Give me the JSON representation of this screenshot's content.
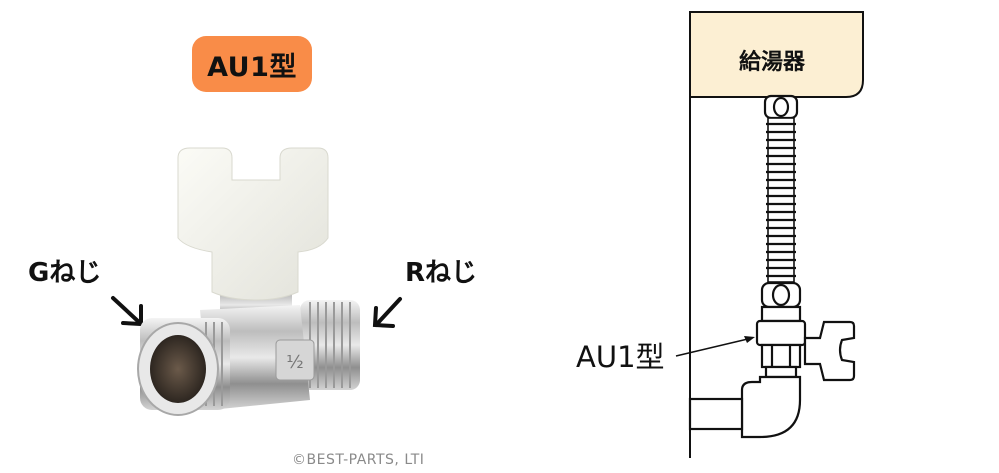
{
  "photo": {
    "badge": "AU1型",
    "badge_color": "#f98c48",
    "left_label": "Gねじ",
    "right_label": "Rねじ",
    "valve_marking": "½",
    "copyright": "©BEST-PARTS, LTI"
  },
  "diagram": {
    "heater_label": "給湯器",
    "heater_fill": "#fcefd3",
    "callout_label": "AU1型"
  }
}
